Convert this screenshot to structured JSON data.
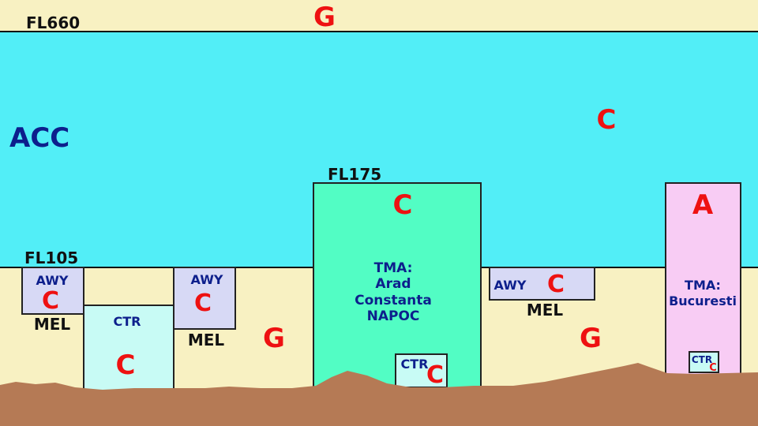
{
  "flight_levels": {
    "upper": "FL660",
    "acc_floor": "FL105",
    "tma_top": "FL175"
  },
  "acc": {
    "label": "ACC",
    "class": "C"
  },
  "above_fl660_class": "G",
  "lower_g_classes": [
    "G",
    "G"
  ],
  "left_awy": {
    "label": "AWY",
    "class": "C",
    "mel": "MEL"
  },
  "left_ctr": {
    "label": "CTR",
    "class": "C"
  },
  "mid_awy": {
    "label": "AWY",
    "class": "C",
    "mel": "MEL"
  },
  "tma_center": {
    "class": "C",
    "lines": [
      "TMA:",
      "Arad",
      "Constanta",
      "NAPOC"
    ],
    "ctr_label": "CTR",
    "ctr_class": "C"
  },
  "right_awy": {
    "label": "AWY",
    "class": "C",
    "mel": "MEL"
  },
  "tma_bucuresti": {
    "class": "A",
    "lines": [
      "TMA:",
      "Bucuresti"
    ],
    "ctr_label": "CTR",
    "ctr_class": "C"
  },
  "colors": {
    "background_g": "#f8f1c2",
    "acc_fill": "#52eef7",
    "tma_fill": "#52fdc4",
    "tma_bucuresti_fill": "#f8ccf4",
    "awy_fill": "#d7d9f5",
    "ctr_fill": "#c8fbf5",
    "terrain": "#b57a55",
    "class_text": "#ee1111",
    "label_text": "#0d1f8c"
  }
}
